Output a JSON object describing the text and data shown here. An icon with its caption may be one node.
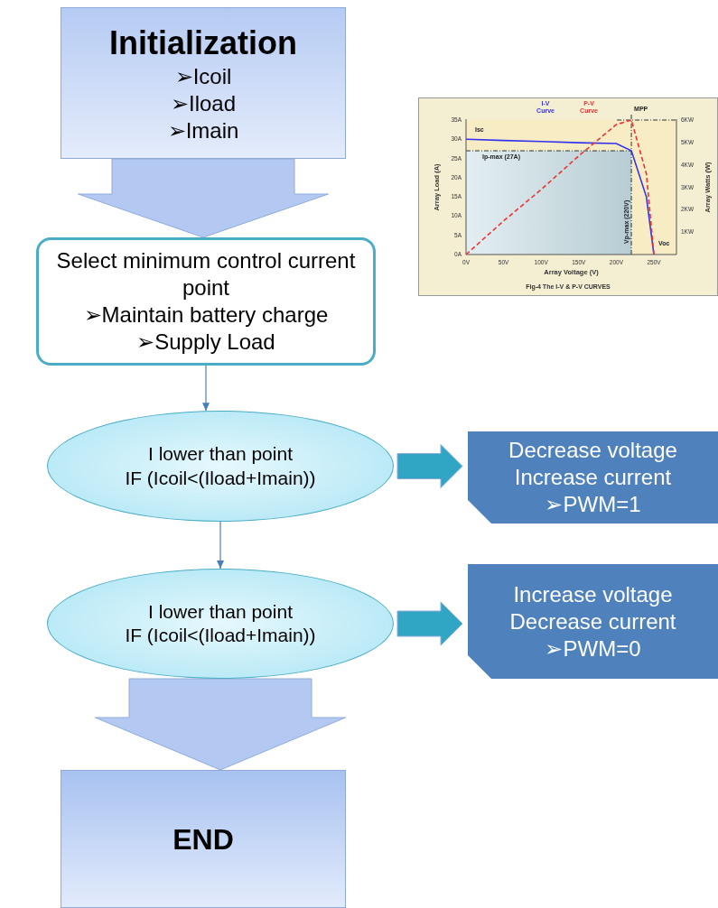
{
  "diagram": {
    "nodes": [
      {
        "text": [
          "Initialization",
          "➢Icoil",
          "➢Iload",
          "➢Imain"
        ]
      },
      {
        "text": [
          "Select minimum control current point",
          "➢Maintain battery charge",
          "➢Supply Load"
        ]
      },
      {
        "text": [
          "I lower than point",
          "IF (Icoil<(Iload+Imain))"
        ]
      },
      {
        "text": [
          "Decrease voltage",
          "Increase current",
          "➢PWM=1"
        ]
      },
      {
        "text": [
          "I lower than point",
          "IF (Icoil<(Iload+Imain))"
        ]
      },
      {
        "text": [
          "Increase voltage",
          "Decrease current",
          "➢PWM=0"
        ]
      },
      {
        "text": [
          "END"
        ]
      }
    ],
    "edges": [
      {
        "from": 0,
        "to": 1,
        "arrow": "to",
        "style": "thick",
        "color": "#b4c9f2"
      },
      {
        "from": 1,
        "to": 2,
        "arrow": "to"
      },
      {
        "from": 2,
        "to": 3,
        "arrow": "to",
        "style": "thick",
        "color": "#31a6c4"
      },
      {
        "from": 2,
        "to": 4,
        "arrow": "to"
      },
      {
        "from": 4,
        "to": 5,
        "arrow": "to",
        "style": "thick",
        "color": "#31a6c4"
      },
      {
        "from": 4,
        "to": 6,
        "arrow": "to",
        "style": "thick",
        "color": "#b4c9f2"
      }
    ],
    "chart_data": {
      "type": "line",
      "title": "Fig-4 The I-V & P-V CURVES",
      "xlabel": "Array Voltage (V)",
      "ylabel": "Array Load (A)",
      "y2label": "Array Watts (W)",
      "x": [
        0,
        50,
        100,
        150,
        200,
        220,
        240,
        250
      ],
      "series": [
        {
          "name": "I-V Curve",
          "color": "#3333ee",
          "values": [
            30,
            29.7,
            29.4,
            29.1,
            28.9,
            27,
            15,
            0
          ]
        },
        {
          "name": "P-V Curve",
          "color": "#ee3333",
          "values": [
            0,
            1.5,
            2.9,
            4.4,
            5.8,
            6,
            3.6,
            0
          ],
          "axis": "y2",
          "line_style": "dashed"
        }
      ],
      "ref_lines": [
        {
          "axis": "y",
          "value": 27
        },
        {
          "axis": "x",
          "value": 220
        },
        {
          "axis": "y2",
          "value": 6
        }
      ],
      "xlim": [
        0,
        280
      ],
      "ylim": [
        0,
        35
      ],
      "y2lim": [
        0,
        6
      ],
      "xticks": [
        {
          "value": 0,
          "label": "0V"
        },
        {
          "value": 50,
          "label": "50V"
        },
        {
          "value": 100,
          "label": "100V"
        },
        {
          "value": 150,
          "label": "150V"
        },
        {
          "value": 200,
          "label": "200V"
        },
        {
          "value": 250,
          "label": "250V"
        }
      ],
      "yticks": [
        {
          "value": 0,
          "label": "0A"
        },
        {
          "value": 5,
          "label": "5A"
        },
        {
          "value": 10,
          "label": "10A"
        },
        {
          "value": 15,
          "label": "15A"
        },
        {
          "value": 20,
          "label": "20A"
        },
        {
          "value": 25,
          "label": "25A"
        },
        {
          "value": 30,
          "label": "30A"
        },
        {
          "value": 35,
          "label": "35A"
        }
      ],
      "y2ticks": [
        {
          "value": 1,
          "label": "1KW"
        },
        {
          "value": 2,
          "label": "2KW"
        },
        {
          "value": 3,
          "label": "3KW"
        },
        {
          "value": 4,
          "label": "4KW"
        },
        {
          "value": 5,
          "label": "5KW"
        },
        {
          "value": 6,
          "label": "6KW"
        }
      ],
      "annotations": [
        {
          "text": "Isc",
          "x": 0,
          "y": 30
        },
        "Ip-max (27A)",
        "Vp-max (220V)",
        {
          "text": "Voc",
          "x": 250,
          "y": 0
        },
        "MPP"
      ]
    }
  }
}
